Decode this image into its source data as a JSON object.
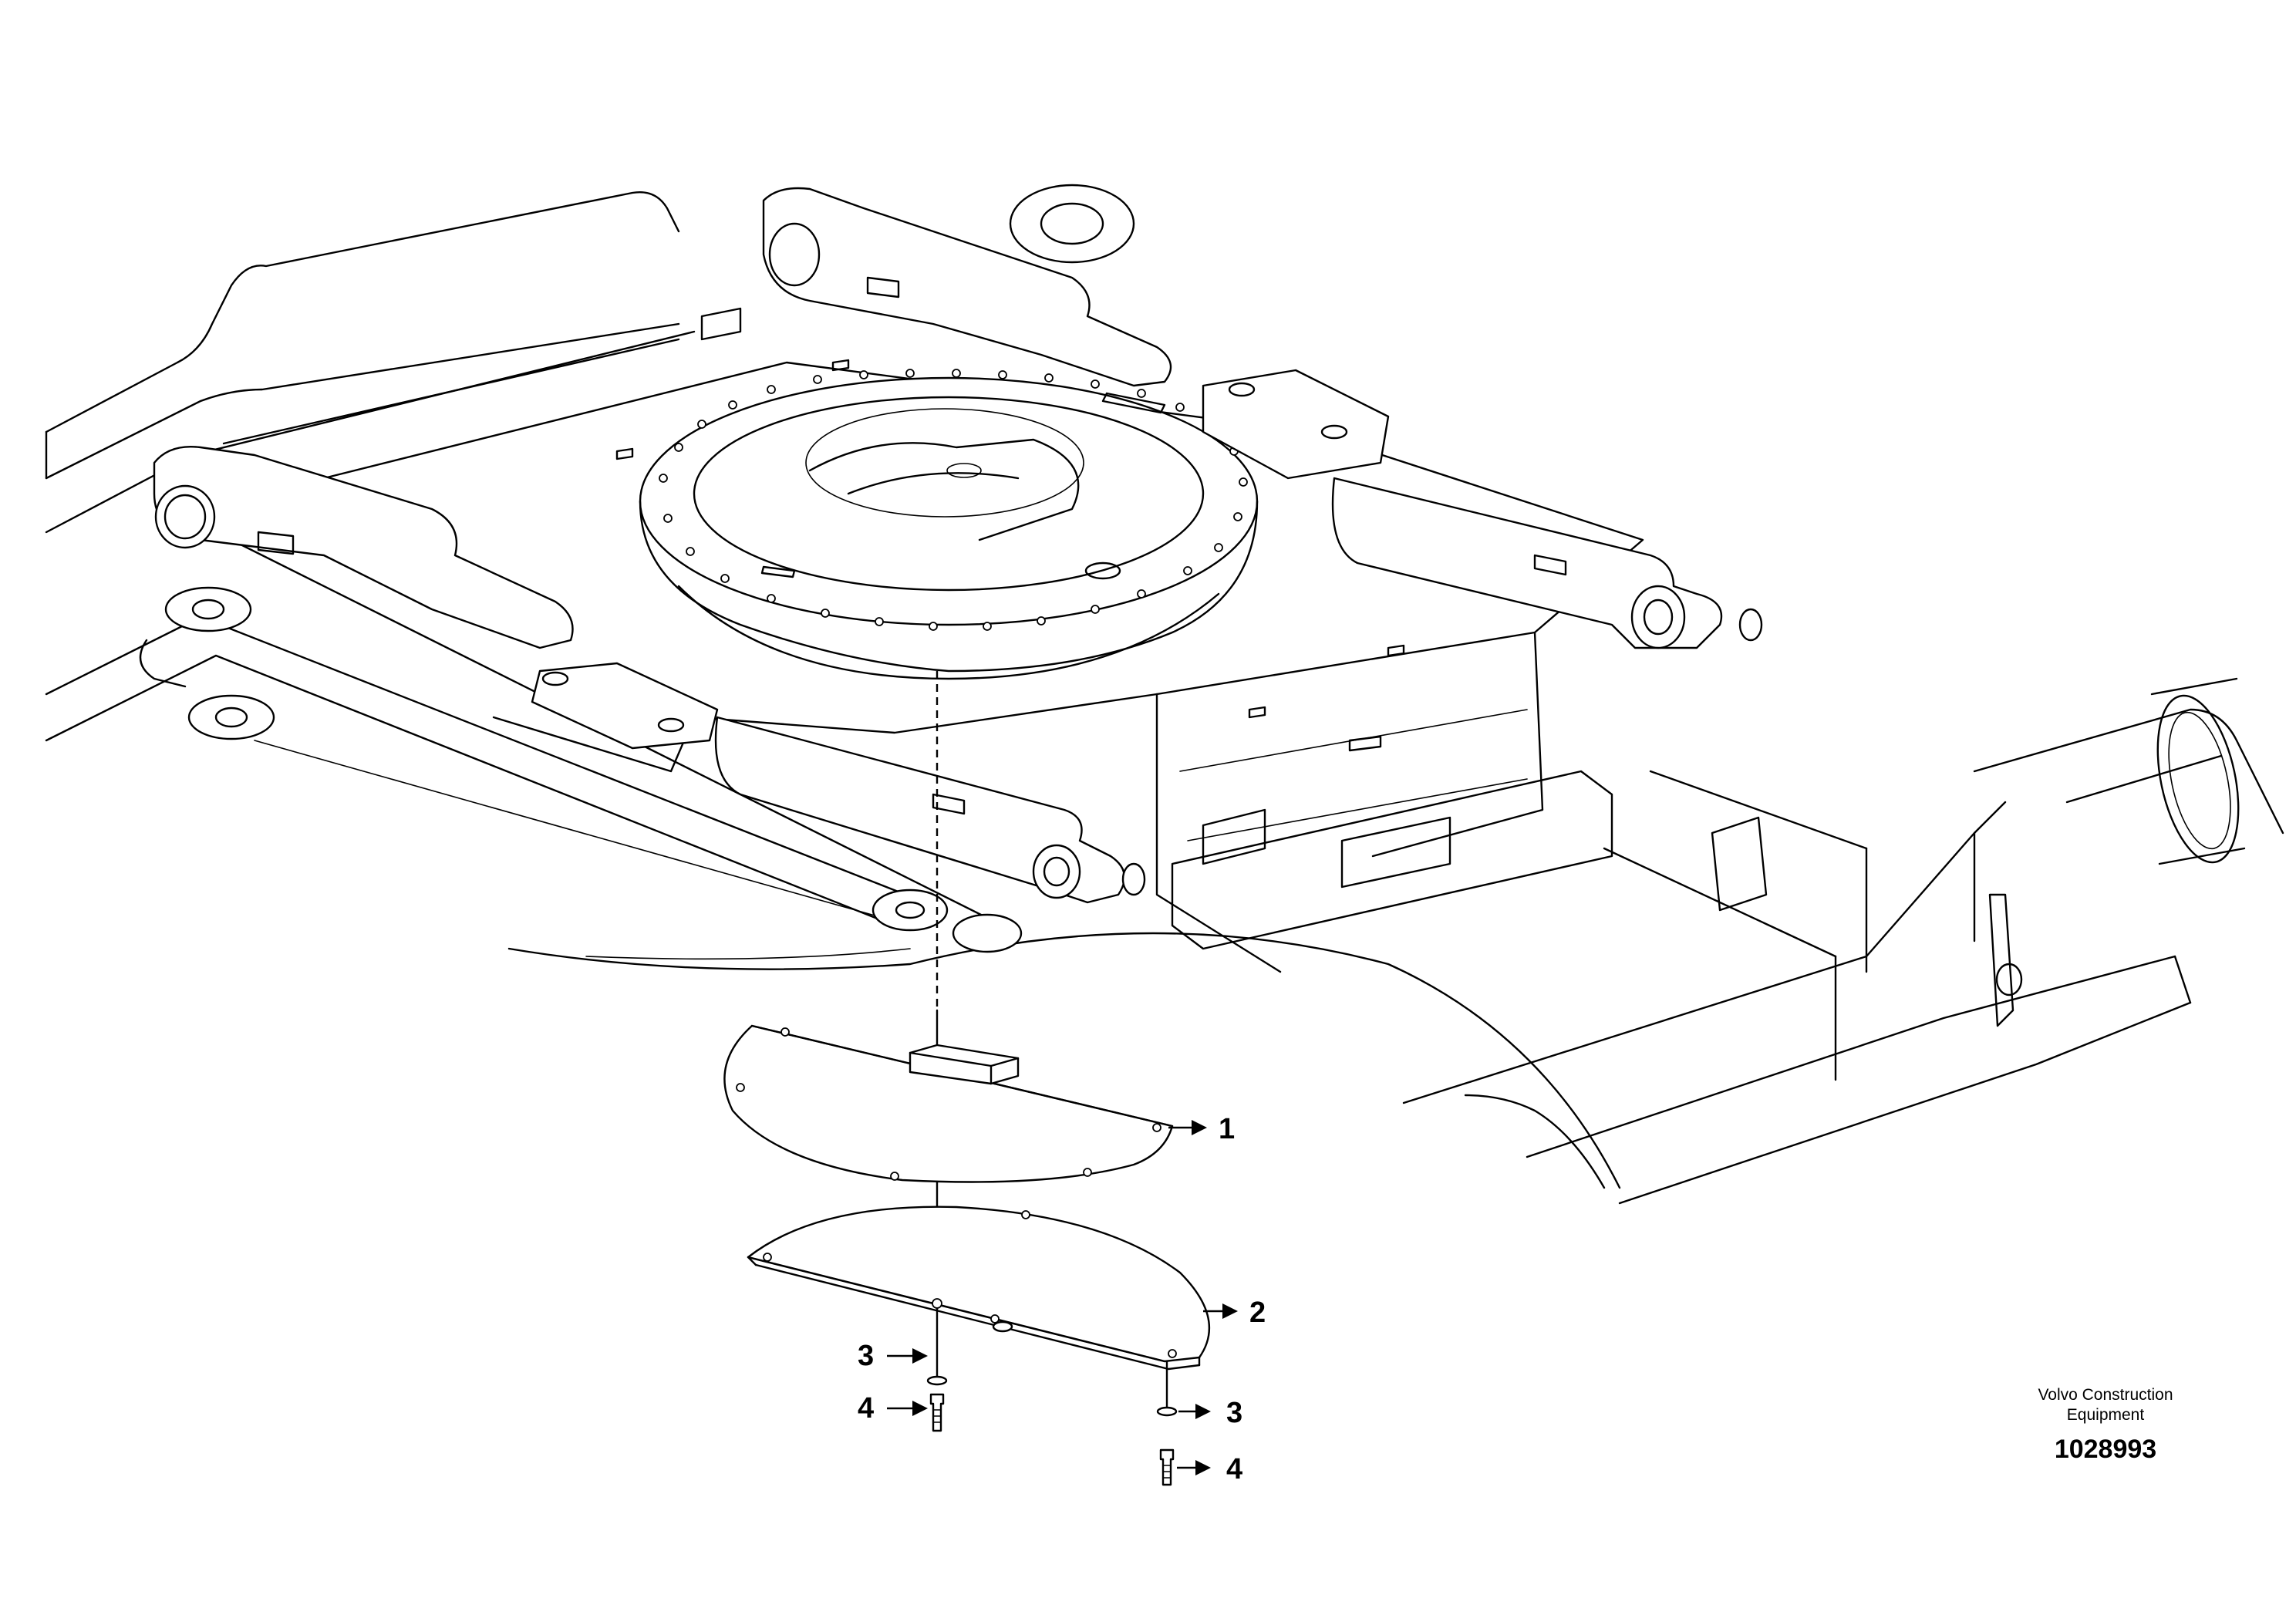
{
  "callouts": [
    {
      "number": "1",
      "part": "upper cover plate"
    },
    {
      "number": "2",
      "part": "lower cover plate"
    },
    {
      "number": "3",
      "part": "washer"
    },
    {
      "number": "4",
      "part": "screw"
    },
    {
      "number": "3",
      "part": "washer"
    },
    {
      "number": "4",
      "part": "screw"
    }
  ],
  "brand": {
    "line1": "Volvo Construction",
    "line2": "Equipment"
  },
  "drawing_number": "1028993"
}
